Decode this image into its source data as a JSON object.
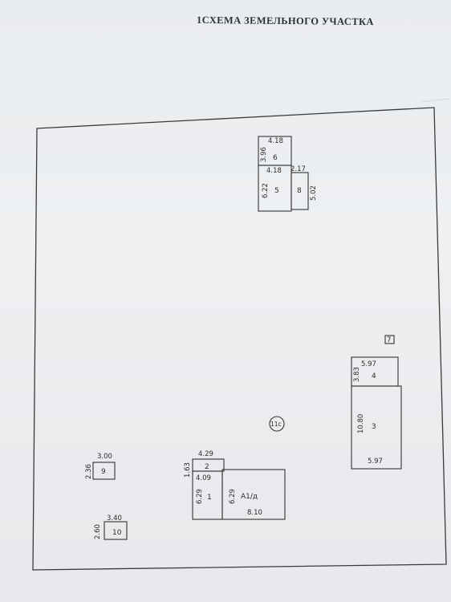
{
  "title": "1СХЕМА ЗЕМЕЛЬНОГО УЧАСТКА",
  "buildings": {
    "b6": {
      "id": "6",
      "width": "4.18",
      "height": "3.96"
    },
    "b5": {
      "id": "5",
      "width": "4.18",
      "height": "6.22"
    },
    "b8": {
      "id": "8",
      "width": "2.17",
      "height": "5.02"
    },
    "b7": {
      "id": "7"
    },
    "b4": {
      "id": "4",
      "width": "5.97",
      "height": "3.83"
    },
    "b3": {
      "id": "3",
      "width": "5.97",
      "height": "10.80"
    },
    "b11": {
      "id": "11с"
    },
    "b9": {
      "id": "9",
      "width": "3.00",
      "height": "2.36"
    },
    "b2": {
      "id": "2",
      "width": "4.29",
      "height": "1.63"
    },
    "b1": {
      "id": "1",
      "width": "4.09",
      "height": "6.29"
    },
    "bA1": {
      "id": "А1/д",
      "width": "8.10",
      "height": "6.29"
    },
    "b10": {
      "id": "10",
      "width": "3.40",
      "height": "2.60"
    }
  }
}
